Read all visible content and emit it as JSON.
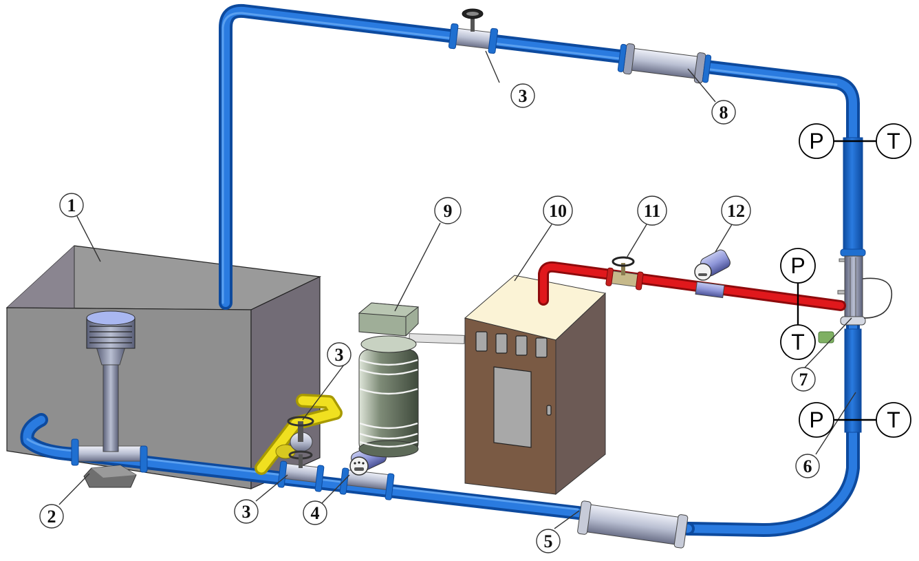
{
  "diagram": {
    "title": "",
    "colors": {
      "water_pipe": "#1f6fd0",
      "water_pipe_dark": "#0d4a9e",
      "water_pipe_light": "#4f98ee",
      "hot_pipe": "#e0181c",
      "bypass_pipe": "#f0e020",
      "tank_front": "#8f8f8f",
      "tank_side": "#726c76",
      "tank_inner": "#9a9a9a",
      "cabinet_front": "#7a5a44",
      "cabinet_side": "#6c5a55",
      "cabinet_top": "#fbf3d6",
      "boiler_body": "#6e7a68",
      "boiler_head": "#9fae98",
      "steel": "#b9bfd2",
      "meter_blue": "#8f97d9"
    },
    "components": [
      {
        "id": "1",
        "label": "1",
        "name": "water-tank"
      },
      {
        "id": "2",
        "label": "2",
        "name": "pump"
      },
      {
        "id": "3a",
        "label": "3",
        "name": "valve-bypass"
      },
      {
        "id": "3b",
        "label": "3",
        "name": "valve-bottom"
      },
      {
        "id": "3c",
        "label": "3",
        "name": "valve-top"
      },
      {
        "id": "4",
        "label": "4",
        "name": "flow-meter"
      },
      {
        "id": "5",
        "label": "5",
        "name": "filter"
      },
      {
        "id": "6",
        "label": "6",
        "name": "test-section"
      },
      {
        "id": "7",
        "label": "7",
        "name": "mixing-section"
      },
      {
        "id": "8",
        "label": "8",
        "name": "heat-exchanger"
      },
      {
        "id": "9",
        "label": "9",
        "name": "gas-tank"
      },
      {
        "id": "10",
        "label": "10",
        "name": "steam-generator"
      },
      {
        "id": "11",
        "label": "11",
        "name": "steam-valve"
      },
      {
        "id": "12",
        "label": "12",
        "name": "steam-flow-meter"
      }
    ],
    "sensors": [
      {
        "id": "pt-top",
        "p_label": "P",
        "t_label": "T",
        "orientation": "horizontal"
      },
      {
        "id": "pt-mid",
        "p_label": "P",
        "t_label": "T",
        "orientation": "vertical"
      },
      {
        "id": "pt-bottom",
        "p_label": "P",
        "t_label": "T",
        "orientation": "horizontal"
      }
    ]
  }
}
